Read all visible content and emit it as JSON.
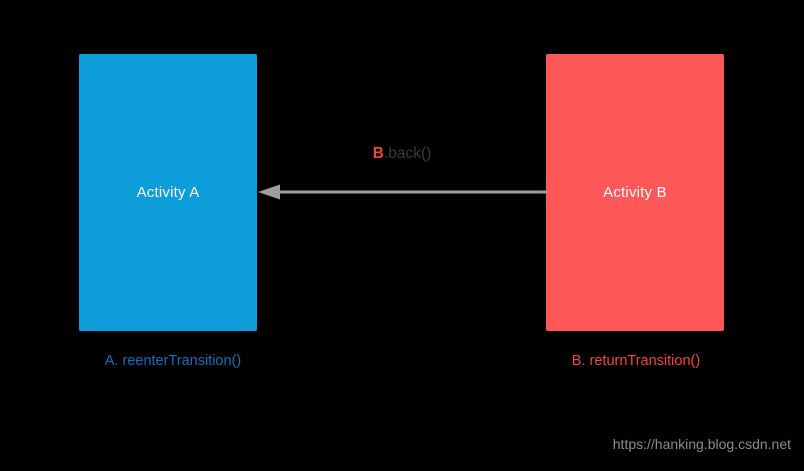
{
  "diagram": {
    "background_color": "#000000",
    "nodes": [
      {
        "id": "activity-a",
        "title": "Activity A",
        "caption": "A. reenterTransition()",
        "fill_color": "#0d9ddb",
        "caption_color": "#0c72bd",
        "title_color": "#ffffff"
      },
      {
        "id": "activity-b",
        "title": "Activity B",
        "caption": "B. returnTransition()",
        "fill_color": "#fd5757",
        "caption_color": "#f2453d",
        "title_color": "#ffffff"
      }
    ],
    "edge": {
      "id": "b-to-a",
      "from": "activity-b",
      "to": "activity-a",
      "direction": "right-to-left",
      "line_color": "#9e9e9e",
      "label_target": "B",
      "label_method": ".back()",
      "label_target_color": "#f2453d",
      "label_method_color": "#3a3a3a"
    }
  },
  "watermark": {
    "text": "https://hanking.blog.csdn.net",
    "color": "#8c8c8c"
  }
}
